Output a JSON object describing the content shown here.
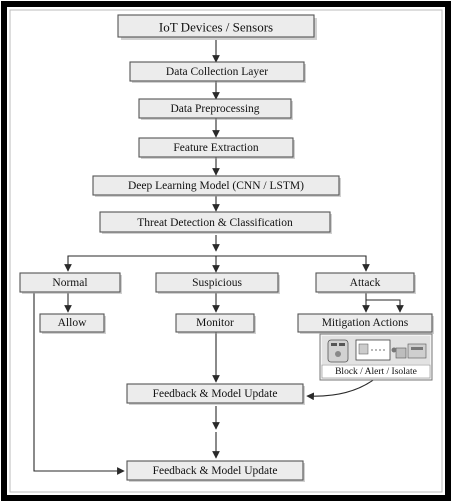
{
  "nodes": {
    "iot": "IoT Devices / Sensors",
    "collection": "Data Collection Layer",
    "preprocessing": "Data Preprocessing",
    "feature": "Feature Extraction",
    "model": "Deep Learning Model (CNN / LSTM)",
    "threat": "Threat Detection & Classification",
    "normal": "Normal",
    "suspicious": "Suspicious",
    "attack": "Attack",
    "allow": "Allow",
    "monitor": "Monitor",
    "mitigation": "Mitigation Actions",
    "mitigation_caption": "Block / Alert / Isolate",
    "feedback_1": "Feedback & Model Update",
    "feedback_2": "Feedback & Model Update"
  },
  "colors": {
    "frame": "#000000",
    "box_fill": "#ececec",
    "box_stroke": "#555555",
    "line": "#2a2a2a"
  },
  "icons": [
    "router-icon",
    "firewall-panel-icon",
    "network-devices-icon"
  ]
}
